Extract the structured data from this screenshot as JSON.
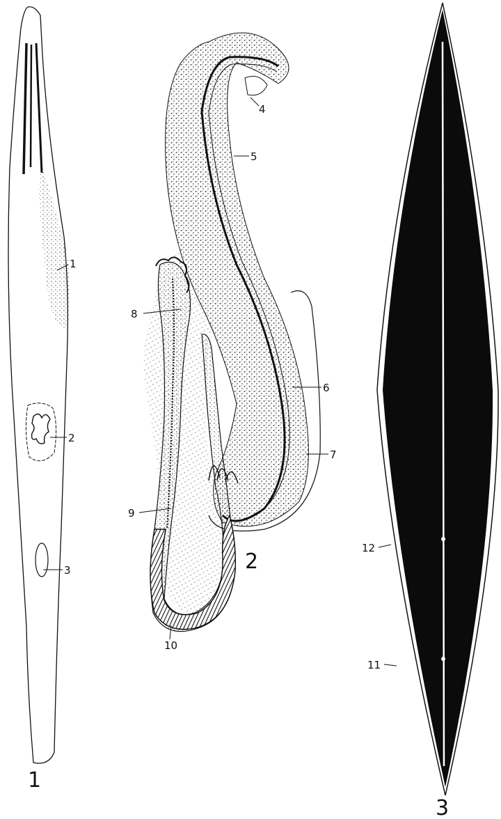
{
  "figures": [
    {
      "id": "1",
      "label": "1"
    },
    {
      "id": "2",
      "label": "2"
    },
    {
      "id": "3",
      "label": "3"
    }
  ],
  "callouts": [
    "1",
    "2",
    "3",
    "4",
    "5",
    "6",
    "7",
    "8",
    "9",
    "10",
    "11",
    "12"
  ],
  "colors": {
    "ink": "#111111",
    "paper": "#ffffff",
    "stipple": "#333333"
  }
}
